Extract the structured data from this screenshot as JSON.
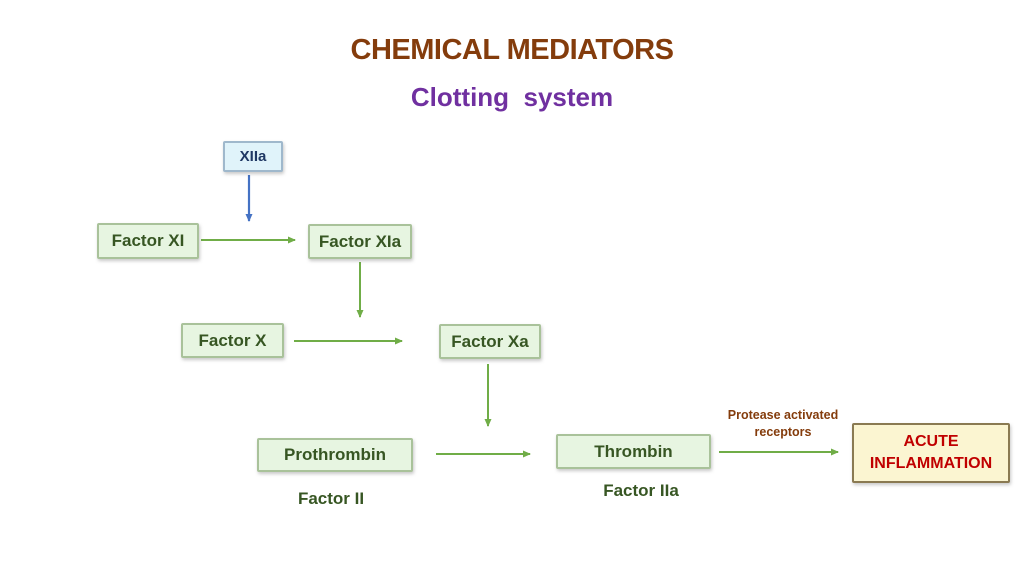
{
  "slide": {
    "title": "CHEMICAL MEDIATORS",
    "subtitle": "Clotting  system",
    "title_color": "#843C0C",
    "subtitle_color": "#7030A0",
    "background": "#FFFFFF"
  },
  "nodes": {
    "xiia": {
      "label": "XIIa",
      "fill": "#E0F3FA",
      "border": "#9FB8CC",
      "text_color": "#1F3864"
    },
    "factor_xi": {
      "label": "Factor XI"
    },
    "factor_xia": {
      "label": "Factor XIa"
    },
    "factor_x": {
      "label": "Factor X"
    },
    "factor_xa": {
      "label": "Factor Xa"
    },
    "prothrombin": {
      "label": "Prothrombin"
    },
    "thrombin": {
      "label": "Thrombin"
    },
    "acute_inflammation": {
      "line1": "ACUTE",
      "line2": "INFLAMMATION",
      "fill": "#FBF5D1",
      "border": "#8A7A52",
      "text_color": "#C00000"
    }
  },
  "annotations": {
    "factor_ii": "Factor II",
    "factor_iia": "Factor IIa",
    "protease_line1": "Protease activated",
    "protease_line2": "receptors"
  },
  "colors": {
    "green_box_fill": "#E7F5E1",
    "green_box_border": "#A9C29A",
    "green_box_text": "#375623",
    "arrow_green": "#70AD47",
    "arrow_blue": "#4472C4"
  },
  "edges": [
    {
      "from": "XIIa",
      "to": "Factor XI arrow",
      "color": "blue"
    },
    {
      "from": "Factor XI",
      "to": "Factor XIa",
      "color": "green"
    },
    {
      "from": "Factor XIa",
      "to": "Factor X arrow",
      "color": "green"
    },
    {
      "from": "Factor X",
      "to": "Factor Xa",
      "color": "green"
    },
    {
      "from": "Factor Xa",
      "to": "Prothrombin arrow",
      "color": "green"
    },
    {
      "from": "Prothrombin",
      "to": "Thrombin",
      "color": "green"
    },
    {
      "from": "Thrombin",
      "to": "ACUTE INFLAMMATION",
      "color": "green"
    }
  ]
}
